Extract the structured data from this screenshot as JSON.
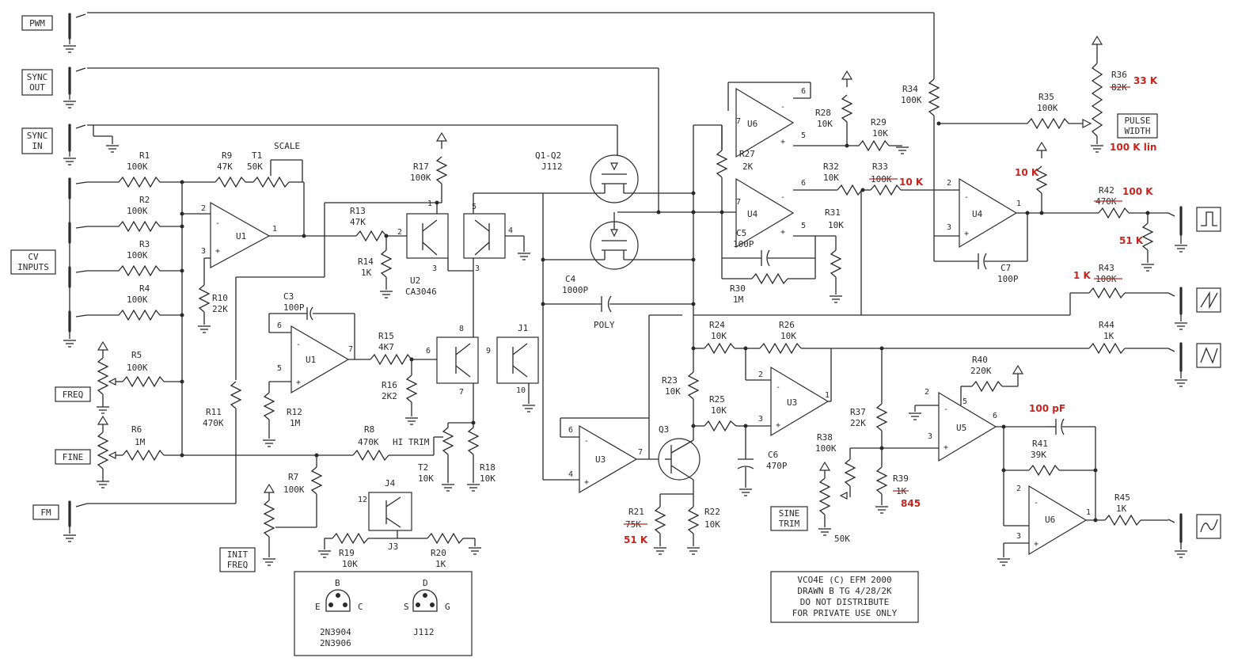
{
  "jacks": {
    "pwm": "PWM",
    "sync_out": [
      "SYNC",
      "OUT"
    ],
    "sync_in": [
      "SYNC",
      "IN"
    ],
    "cv_inputs": [
      "CV",
      "INPUTS"
    ],
    "freq": "FREQ",
    "fine": "FINE",
    "fm": "FM",
    "init_freq": [
      "INIT",
      "FREQ"
    ],
    "sine_trim": [
      "SINE",
      "TRIM"
    ],
    "pulse_width": [
      "PULSE",
      "WIDTH"
    ]
  },
  "labels": {
    "scale": "SCALE",
    "hi_trim": "HI TRIM",
    "poly": "POLY",
    "ca3046": "CA3046",
    "q1q2": "Q1-Q2",
    "j112": "J112",
    "q3": "Q3",
    "val_50k": "50K"
  },
  "resistors": {
    "R1": [
      "R1",
      "100K"
    ],
    "R2": [
      "R2",
      "100K"
    ],
    "R3": [
      "R3",
      "100K"
    ],
    "R4": [
      "R4",
      "100K"
    ],
    "R5": [
      "R5",
      "100K"
    ],
    "R6": [
      "R6",
      "1M"
    ],
    "R7": [
      "R7",
      "100K"
    ],
    "R8": [
      "R8",
      "470K"
    ],
    "R9": [
      "R9",
      "47K"
    ],
    "T1": [
      "T1",
      "50K"
    ],
    "R10": [
      "R10",
      "22K"
    ],
    "R11": [
      "R11",
      "470K"
    ],
    "R12": [
      "R12",
      "1M"
    ],
    "R13": [
      "R13",
      "47K"
    ],
    "R14": [
      "R14",
      "1K"
    ],
    "R15": [
      "R15",
      "4K7"
    ],
    "R16": [
      "R16",
      "2K2"
    ],
    "R17": [
      "R17",
      "100K"
    ],
    "R18": [
      "R18",
      "10K"
    ],
    "T2": [
      "T2",
      "10K"
    ],
    "R19": [
      "R19",
      "10K"
    ],
    "R20": [
      "R20",
      "1K"
    ],
    "R21": [
      "R21",
      "75K"
    ],
    "R22": [
      "R22",
      "10K"
    ],
    "R23": [
      "R23",
      "10K"
    ],
    "R24": [
      "R24",
      "10K"
    ],
    "R25": [
      "R25",
      "10K"
    ],
    "R26": [
      "R26",
      "10K"
    ],
    "R27": [
      "R27",
      "2K"
    ],
    "R28": [
      "R28",
      "10K"
    ],
    "R29": [
      "R29",
      "10K"
    ],
    "R30": [
      "R30",
      "1M"
    ],
    "R31": [
      "R31",
      "10K"
    ],
    "R32": [
      "R32",
      "10K"
    ],
    "R33": [
      "R33",
      "100K"
    ],
    "R34": [
      "R34",
      "100K"
    ],
    "R35": [
      "R35",
      "100K"
    ],
    "R36": [
      "R36",
      "82K"
    ],
    "R37": [
      "R37",
      "22K"
    ],
    "R38": [
      "R38",
      "100K"
    ],
    "R39": [
      "R39",
      "1K"
    ],
    "R40": [
      "R40",
      "220K"
    ],
    "R41": [
      "R41",
      "39K"
    ],
    "R42": [
      "R42",
      "470K"
    ],
    "R43": [
      "R43",
      "100K"
    ],
    "R44": [
      "R44",
      "1K"
    ],
    "R45": [
      "R45",
      "1K"
    ]
  },
  "capacitors": {
    "C3": [
      "C3",
      "100P"
    ],
    "C4": [
      "C4",
      "1000P"
    ],
    "C5": [
      "C5",
      "100P"
    ],
    "C6": [
      "C6",
      "470P"
    ],
    "C7": [
      "C7",
      "100P"
    ]
  },
  "ics": {
    "u1": "U1",
    "u2": "U2",
    "u3": "U3",
    "u4": "U4",
    "u5": "U5",
    "u6": "U6",
    "j1": "J1",
    "j3": "J3",
    "j4": "J4"
  },
  "modifications": {
    "r36": "33 K",
    "pot": "100 K lin",
    "pullup": "10 K",
    "r33": "10 K",
    "r42": "100 K",
    "r51": "51 K",
    "r43": "1 K",
    "r21": "51 K",
    "c_new": "100 pF",
    "r39": "845"
  },
  "pinouts": {
    "bjt": {
      "b": "B",
      "e": "E",
      "c": "C",
      "name1": "2N3904",
      "name2": "2N3906"
    },
    "jfet": {
      "d": "D",
      "s": "S",
      "g": "G",
      "name": "J112"
    }
  },
  "title_block": [
    "VCO4E (C) EFM 2000",
    "DRAWN B TG 4/28/2K",
    "DO NOT DISTRIBUTE",
    "FOR PRIVATE USE ONLY"
  ]
}
